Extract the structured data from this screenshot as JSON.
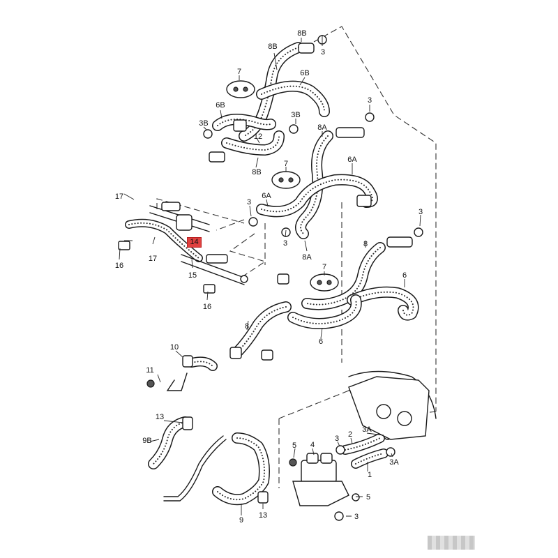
{
  "callouts": [
    {
      "label": "8B"
    },
    {
      "label": "3"
    },
    {
      "label": "8B"
    },
    {
      "label": "7"
    },
    {
      "label": "6B"
    },
    {
      "label": "6B"
    },
    {
      "label": "3"
    },
    {
      "label": "3B"
    },
    {
      "label": "3B"
    },
    {
      "label": "12"
    },
    {
      "label": "8A"
    },
    {
      "label": "8B"
    },
    {
      "label": "7"
    },
    {
      "label": "6A"
    },
    {
      "label": "17"
    },
    {
      "label": "3"
    },
    {
      "label": "6A"
    },
    {
      "label": "3"
    },
    {
      "label": "3"
    },
    {
      "label": "8A"
    },
    {
      "label": "17"
    },
    {
      "label": "16"
    },
    {
      "label": "15"
    },
    {
      "label": "16"
    },
    {
      "label": "8"
    },
    {
      "label": "7"
    },
    {
      "label": "6"
    },
    {
      "label": "8"
    },
    {
      "label": "6"
    },
    {
      "label": "10"
    },
    {
      "label": "11"
    },
    {
      "label": "13"
    },
    {
      "label": "9B"
    },
    {
      "label": "9"
    },
    {
      "label": "13"
    },
    {
      "label": "5"
    },
    {
      "label": "4"
    },
    {
      "label": "3"
    },
    {
      "label": "2"
    },
    {
      "label": "3A"
    },
    {
      "label": "1"
    },
    {
      "label": "3A"
    },
    {
      "label": "5"
    },
    {
      "label": "3"
    }
  ],
  "highlight": {
    "label": "14",
    "color": "#e0403f"
  },
  "colors": {
    "line": "#1a1a1a",
    "highlight": "#e0403f"
  }
}
